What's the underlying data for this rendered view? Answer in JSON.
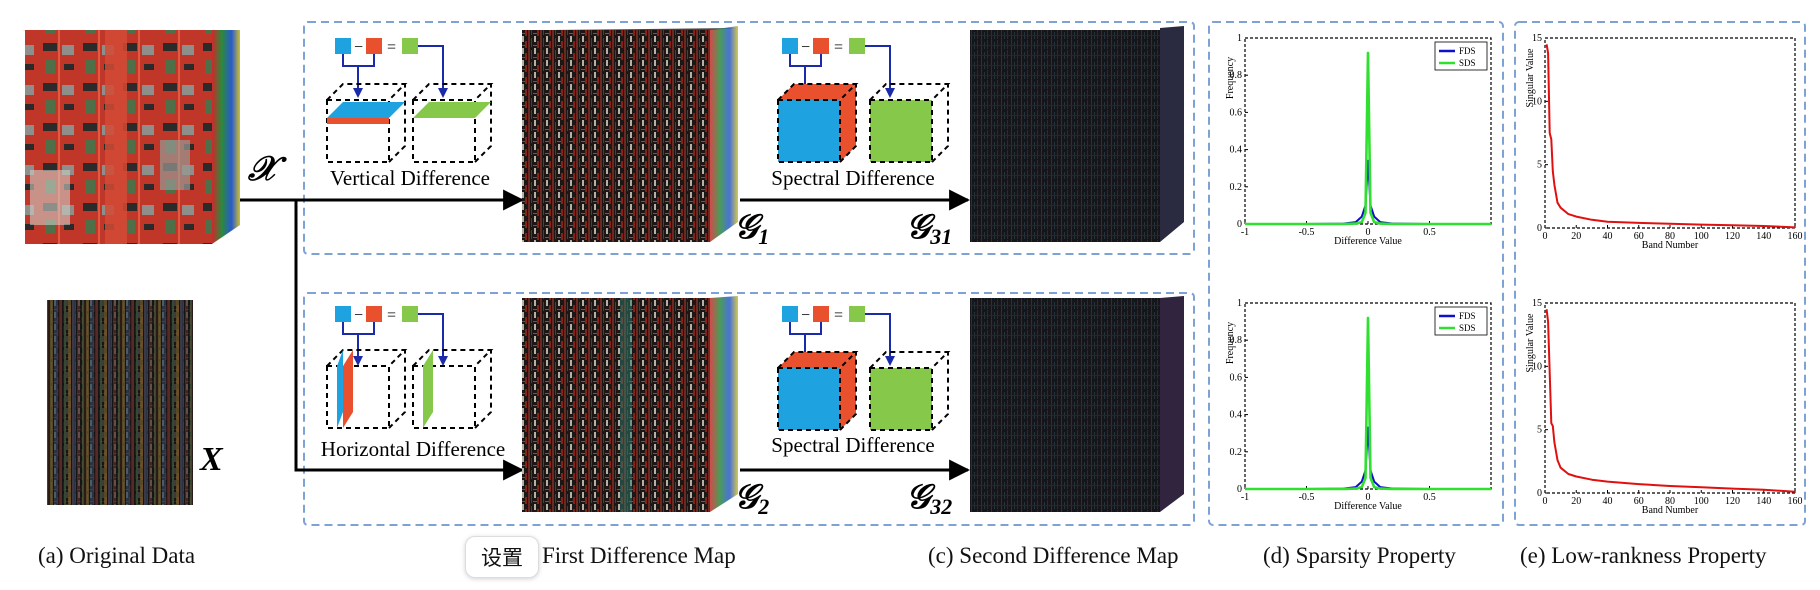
{
  "panels": {
    "original": {
      "caption": "(a) Original Data",
      "tensor_symbol": "𝒳",
      "matrix_symbol": "X"
    },
    "first_difference": {
      "caption": "First Difference Map",
      "equation_ops": {
        "minus": "−",
        "equals": "="
      },
      "rows": [
        {
          "operator_label": "Vertical Difference",
          "output_symbol": "𝒢",
          "output_subscript": "1"
        },
        {
          "operator_label": "Horizontal Difference",
          "output_symbol": "𝒢",
          "output_subscript": "2"
        }
      ]
    },
    "second_difference": {
      "caption": "(c) Second Difference Map",
      "rows": [
        {
          "operator_label": "Spectral Difference",
          "output_symbol": "𝒢",
          "output_subscript": "31"
        },
        {
          "operator_label": "Spectral Difference",
          "output_symbol": "𝒢",
          "output_subscript": "32"
        }
      ]
    },
    "sparsity": {
      "caption": "(d) Sparsity Property"
    },
    "lowrank": {
      "caption": "(e) Low-rankness Property"
    }
  },
  "chip": {
    "label": "设置"
  },
  "colors": {
    "dashed_border": "#7fa2d4",
    "cube_blue": "#1fa3e0",
    "cube_red": "#e8502e",
    "cube_green": "#86c84a",
    "fds_line": "#1010c8",
    "sds_line": "#30e030",
    "singular_line": "#e01010"
  },
  "chart_data": [
    {
      "id": "sparsity-top",
      "type": "line",
      "xlabel": "Difference Value",
      "ylabel": "Frequency",
      "xlim": [
        -1,
        1
      ],
      "ylim": [
        0,
        1
      ],
      "xticks": [
        -1,
        -0.5,
        0,
        0.5
      ],
      "yticks": [
        0,
        0.2,
        0.4,
        0.6,
        0.8,
        1
      ],
      "legend_position": "top-right",
      "series": [
        {
          "name": "FDS",
          "color": "#1010c8",
          "x": [
            -1,
            -0.5,
            -0.2,
            -0.1,
            -0.05,
            -0.02,
            0,
            0.02,
            0.05,
            0.1,
            0.2,
            0.5,
            1
          ],
          "y": [
            0,
            0,
            0.002,
            0.01,
            0.04,
            0.1,
            0.34,
            0.1,
            0.04,
            0.01,
            0.002,
            0,
            0
          ]
        },
        {
          "name": "SDS",
          "color": "#30e030",
          "x": [
            -1,
            -0.5,
            -0.2,
            -0.1,
            -0.05,
            -0.02,
            0,
            0.02,
            0.05,
            0.1,
            0.2,
            0.5,
            1
          ],
          "y": [
            0,
            0,
            0,
            0.002,
            0.01,
            0.06,
            0.92,
            0.06,
            0.01,
            0.002,
            0,
            0,
            0
          ]
        }
      ]
    },
    {
      "id": "sparsity-bottom",
      "type": "line",
      "xlabel": "Difference Value",
      "ylabel": "Frequency",
      "xlim": [
        -1,
        1
      ],
      "ylim": [
        0,
        1
      ],
      "xticks": [
        -1,
        -0.5,
        0,
        0.5
      ],
      "yticks": [
        0,
        0.2,
        0.4,
        0.6,
        0.8,
        1
      ],
      "legend_position": "top-right",
      "series": [
        {
          "name": "FDS",
          "color": "#1010c8",
          "x": [
            -1,
            -0.5,
            -0.2,
            -0.1,
            -0.05,
            -0.02,
            0,
            0.02,
            0.05,
            0.1,
            0.2,
            0.5,
            1
          ],
          "y": [
            0,
            0,
            0.002,
            0.01,
            0.04,
            0.1,
            0.33,
            0.1,
            0.04,
            0.01,
            0.002,
            0,
            0
          ]
        },
        {
          "name": "SDS",
          "color": "#30e030",
          "x": [
            -1,
            -0.5,
            -0.2,
            -0.1,
            -0.05,
            -0.02,
            0,
            0.02,
            0.05,
            0.1,
            0.2,
            0.5,
            1
          ],
          "y": [
            0,
            0,
            0,
            0.002,
            0.01,
            0.06,
            0.92,
            0.06,
            0.01,
            0.002,
            0,
            0,
            0
          ]
        }
      ]
    },
    {
      "id": "lowrank-top",
      "type": "line",
      "xlabel": "Band Number",
      "ylabel": "Singular Value",
      "xlim": [
        0,
        160
      ],
      "ylim": [
        0,
        15
      ],
      "xticks": [
        0,
        20,
        40,
        60,
        80,
        100,
        120,
        140,
        160
      ],
      "yticks": [
        0,
        5,
        10,
        15
      ],
      "series": [
        {
          "name": "",
          "color": "#e01010",
          "x": [
            1,
            2,
            3,
            4,
            5,
            6,
            8,
            10,
            15,
            20,
            30,
            40,
            60,
            80,
            100,
            120,
            140,
            160
          ],
          "y": [
            14.5,
            13.8,
            7.5,
            7.0,
            4.5,
            3.4,
            2.0,
            1.6,
            1.1,
            0.9,
            0.65,
            0.5,
            0.4,
            0.33,
            0.27,
            0.22,
            0.16,
            0.05
          ]
        }
      ]
    },
    {
      "id": "lowrank-bottom",
      "type": "line",
      "xlabel": "Band Number",
      "ylabel": "Singular Value",
      "xlim": [
        0,
        160
      ],
      "ylim": [
        0,
        15
      ],
      "xticks": [
        0,
        20,
        40,
        60,
        80,
        100,
        120,
        140,
        160
      ],
      "yticks": [
        0,
        5,
        10,
        15
      ],
      "series": [
        {
          "name": "",
          "color": "#e01010",
          "x": [
            1,
            2,
            3,
            4,
            5,
            6,
            8,
            10,
            15,
            20,
            30,
            40,
            60,
            80,
            100,
            120,
            140,
            160
          ],
          "y": [
            14.5,
            13.5,
            9.5,
            5.5,
            5.3,
            4.0,
            2.6,
            2.0,
            1.5,
            1.3,
            1.05,
            0.9,
            0.7,
            0.55,
            0.45,
            0.35,
            0.25,
            0.1
          ]
        }
      ]
    }
  ]
}
